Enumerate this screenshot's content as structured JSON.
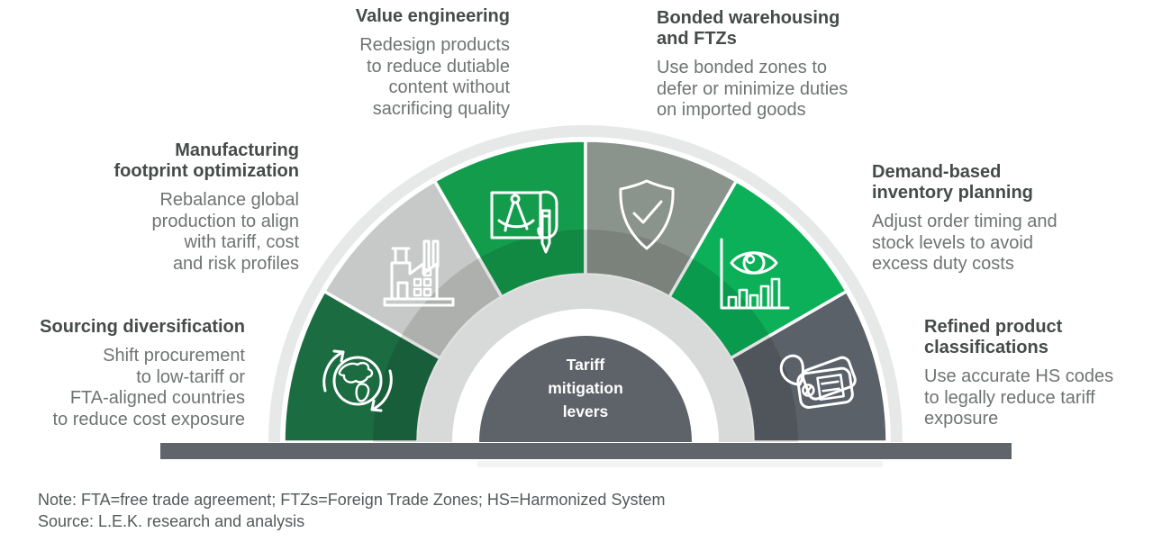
{
  "title_center": {
    "lines": [
      "Tariff",
      "mitigation",
      "levers"
    ]
  },
  "gauge": {
    "dome_color": "#5d6369",
    "inner_ring_color": "#d8dad9",
    "halo_color": "#e7e8e8",
    "base_bar_color": "#5f656b",
    "bar_shadow_color": "#f2f3f2",
    "segments": [
      {
        "name": "sourcing-diversification",
        "color": "#1c6c42",
        "icon": "globe-cycle-icon"
      },
      {
        "name": "manufacturing-footprint-optimization",
        "color": "#c6c9c7",
        "icon": "factory-icon"
      },
      {
        "name": "value-engineering",
        "color": "#149c4d",
        "icon": "compass-blueprint-icon"
      },
      {
        "name": "bonded-warehousing-ftzs",
        "color": "#8b948c",
        "icon": "shield-check-icon"
      },
      {
        "name": "demand-based-inventory-planning",
        "color": "#0cb058",
        "icon": "eye-chart-icon"
      },
      {
        "name": "refined-product-classifications",
        "color": "#5a6168",
        "icon": "price-tag-icon"
      }
    ]
  },
  "labels": {
    "value_engineering": {
      "heading": [
        "Value engineering"
      ],
      "body": [
        "Redesign products",
        "to reduce dutiable",
        "content without",
        "sacrificing quality"
      ]
    },
    "bonded_warehousing": {
      "heading": [
        "Bonded warehousing",
        "and FTZs"
      ],
      "body": [
        "Use bonded zones to",
        "defer or minimize duties",
        "on imported goods"
      ]
    },
    "manufacturing_footprint": {
      "heading": [
        "Manufacturing",
        "footprint optimization"
      ],
      "body": [
        "Rebalance global",
        "production to align",
        "with tariff, cost",
        "and risk profiles"
      ]
    },
    "demand_inventory": {
      "heading": [
        "Demand-based",
        "inventory planning"
      ],
      "body": [
        "Adjust order timing and",
        "stock levels to avoid",
        "excess duty costs"
      ]
    },
    "sourcing_diversification": {
      "heading": [
        "Sourcing diversification"
      ],
      "body": [
        "Shift procurement",
        "to low-tariff or",
        "FTA-aligned countries",
        "to reduce cost exposure"
      ]
    },
    "refined_classifications": {
      "heading": [
        "Refined product",
        "classifications"
      ],
      "body": [
        "Use accurate HS codes",
        "to legally reduce tariff",
        "exposure"
      ]
    }
  },
  "footer": {
    "note": "Note: FTA=free trade agreement; FTZs=Foreign Trade Zones; HS=Harmonized System",
    "source": "Source: L.E.K. research and analysis"
  }
}
